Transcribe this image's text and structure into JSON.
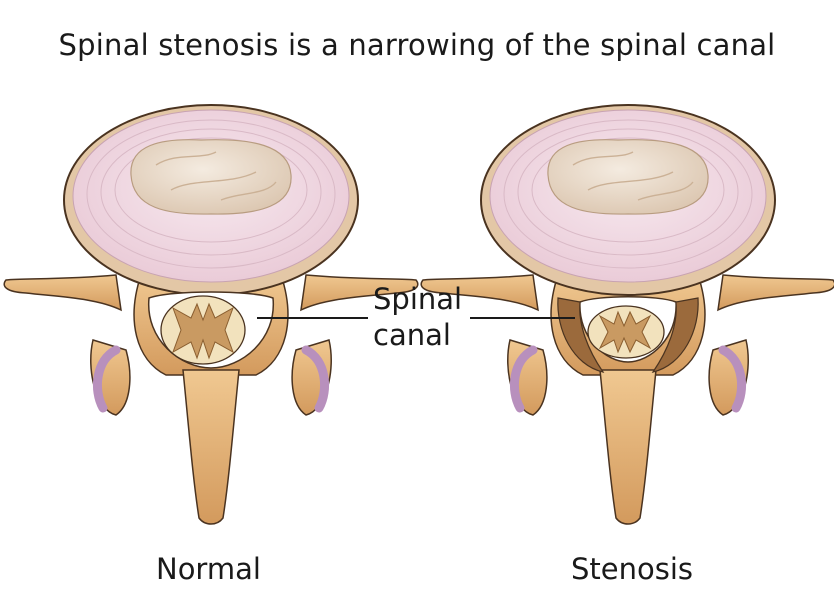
{
  "title": "Spinal stenosis is a narrowing of the spinal canal",
  "callout": {
    "line1": "Spinal",
    "line2": "canal"
  },
  "captions": {
    "normal": "Normal",
    "stenosis": "Stenosis"
  },
  "colors": {
    "disc_ring": "#f3dde6",
    "disc_ring_line": "#d9b9c6",
    "nucleus": "#eadccb",
    "bone": "#e7b57b",
    "bone_dark": "#b97d43",
    "cord_outer": "#f2e2bd",
    "cord_grey": "#c99a62",
    "facet_cartilage": "#b890bd",
    "outline": "#4a3320"
  }
}
